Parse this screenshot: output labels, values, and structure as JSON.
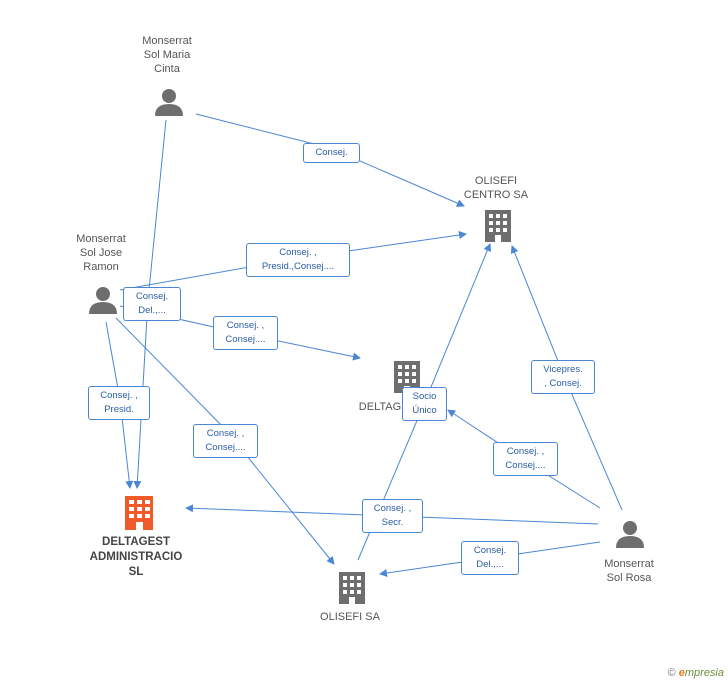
{
  "nodes": {
    "monserrat_maria": {
      "label": "Monserrat\nSol Maria\nCinta",
      "type": "person"
    },
    "monserrat_jose": {
      "label": "Monserrat\nSol Jose\nRamon",
      "type": "person"
    },
    "monserrat_rosa": {
      "label": "Monserrat\nSol Rosa",
      "type": "person"
    },
    "olisefi_centro": {
      "label": "OLISEFI\nCENTRO SA",
      "type": "company"
    },
    "deltag": {
      "label": "DELTAG",
      "type": "company"
    },
    "deltagest_admin": {
      "label": "DELTAGEST\nADMINISTRACIO\nSL",
      "type": "company-main"
    },
    "olisefi_sa": {
      "label": "OLISEFI SA",
      "type": "company"
    }
  },
  "edges": [
    {
      "label": "Consej."
    },
    {
      "label": "Consej. ,\nPresid.,Consej...."
    },
    {
      "label": "Consej.\nDel.,..."
    },
    {
      "label": "Consej. ,\nConsej...."
    },
    {
      "label": "Consej. ,\nPresid."
    },
    {
      "label": "Consej. ,\nConsej...."
    },
    {
      "label": "Socio\nÚnico"
    },
    {
      "label": "Vicepres.\n, Consej."
    },
    {
      "label": "Consej. ,\nConsej...."
    },
    {
      "label": "Consej. ,\nSecr."
    },
    {
      "label": "Consej.\nDel.,..."
    }
  ],
  "colors": {
    "edge": "#4a86d4",
    "person_icon": "#6e6e6e",
    "company_icon": "#6e6e6e",
    "main_company_icon": "#f05a28"
  },
  "footer": {
    "copyright": "©",
    "brand_e": "e",
    "brand_rest": "mpresia"
  }
}
